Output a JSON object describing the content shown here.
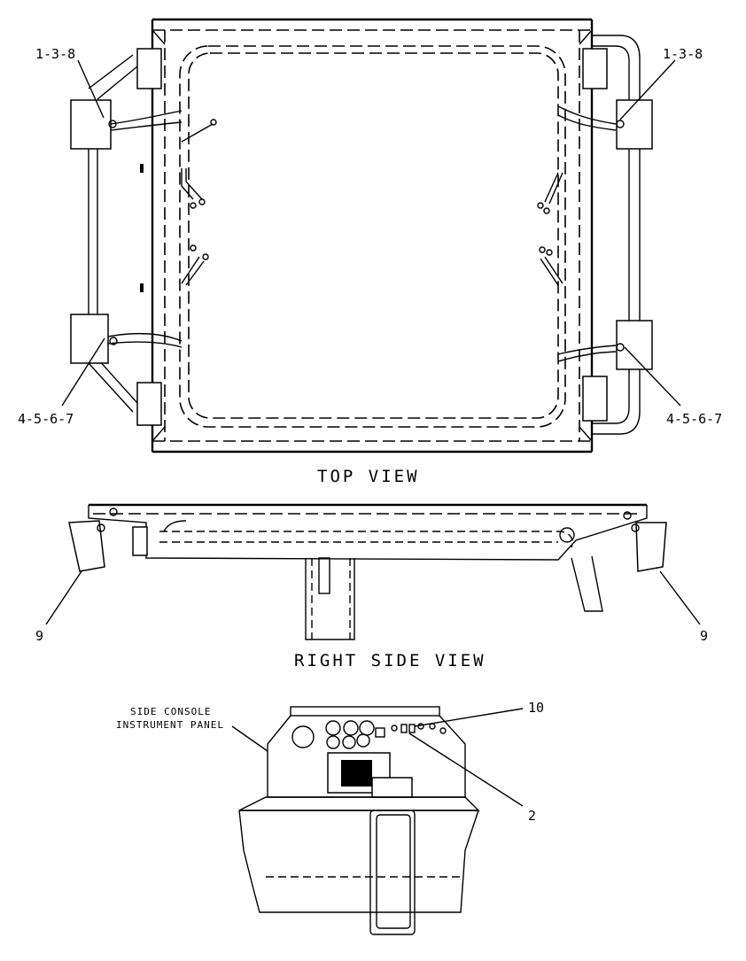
{
  "views": {
    "top": "TOP VIEW",
    "right_side": "RIGHT SIDE VIEW"
  },
  "callouts": {
    "top_left_upper": "1-3-8",
    "top_right_upper": "1-3-8",
    "top_left_lower": "4-5-6-7",
    "top_right_lower": "4-5-6-7",
    "side_left": "9",
    "side_right": "9",
    "console_upper": "10",
    "console_lower": "2"
  },
  "console_label": {
    "line1": "SIDE CONSOLE",
    "line2": "INSTRUMENT PANEL"
  }
}
